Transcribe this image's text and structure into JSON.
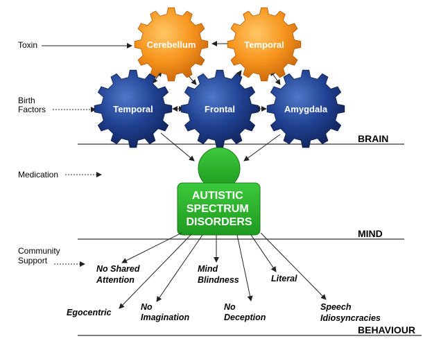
{
  "factors": {
    "toxin": [
      "Toxin"
    ],
    "birth": [
      "Birth",
      "Factors"
    ],
    "medication": [
      "Medication"
    ],
    "community": [
      "Community",
      "Support"
    ]
  },
  "gears": {
    "cerebellum": "Cerebellum",
    "temporal_top": "Temporal",
    "temporal_left": "Temporal",
    "frontal": "Frontal",
    "amygdala": "Amygdala"
  },
  "levels": {
    "brain": "BRAIN",
    "mind": "MIND",
    "behaviour": "BEHAVIOUR"
  },
  "center": [
    "AUTISTIC",
    "SPECTRUM",
    "DISORDERS"
  ],
  "behaviours": {
    "no_shared_attention": [
      "No Shared",
      "Attention"
    ],
    "egocentric": [
      "Egocentric"
    ],
    "no_imagination": [
      "No",
      "Imagination"
    ],
    "mind_blindness": [
      "Mind",
      "Blindness"
    ],
    "no_deception": [
      "No",
      "Deception"
    ],
    "literal": [
      "Literal"
    ],
    "speech_idiosyncracies": [
      "Speech",
      "Idiosyncracies"
    ]
  },
  "colors": {
    "orange_gear": "#f7941d",
    "blue_gear": "#1f3f8f",
    "green_person": "#2fb52f",
    "lines": "#333333"
  }
}
